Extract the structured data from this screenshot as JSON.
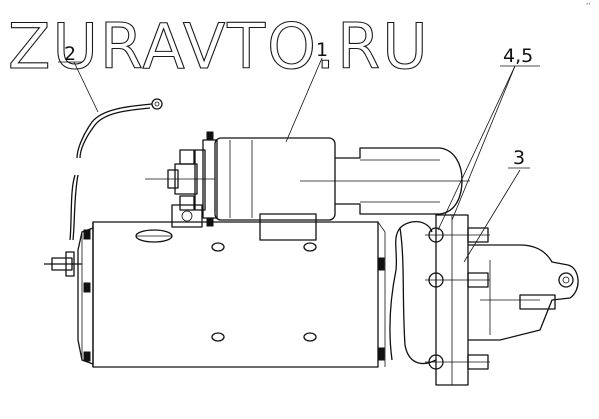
{
  "watermark": {
    "text": "ZURAVTO.RU"
  },
  "corner_mark": "ʻʻ",
  "callouts": [
    {
      "id": "wire",
      "label": "2"
    },
    {
      "id": "solenoid",
      "label": "1"
    },
    {
      "id": "flange-bolts",
      "label": "4,5"
    },
    {
      "id": "mounting-flange",
      "label": "3"
    }
  ],
  "colors": {
    "line": "#111111",
    "background": "#ffffff"
  }
}
